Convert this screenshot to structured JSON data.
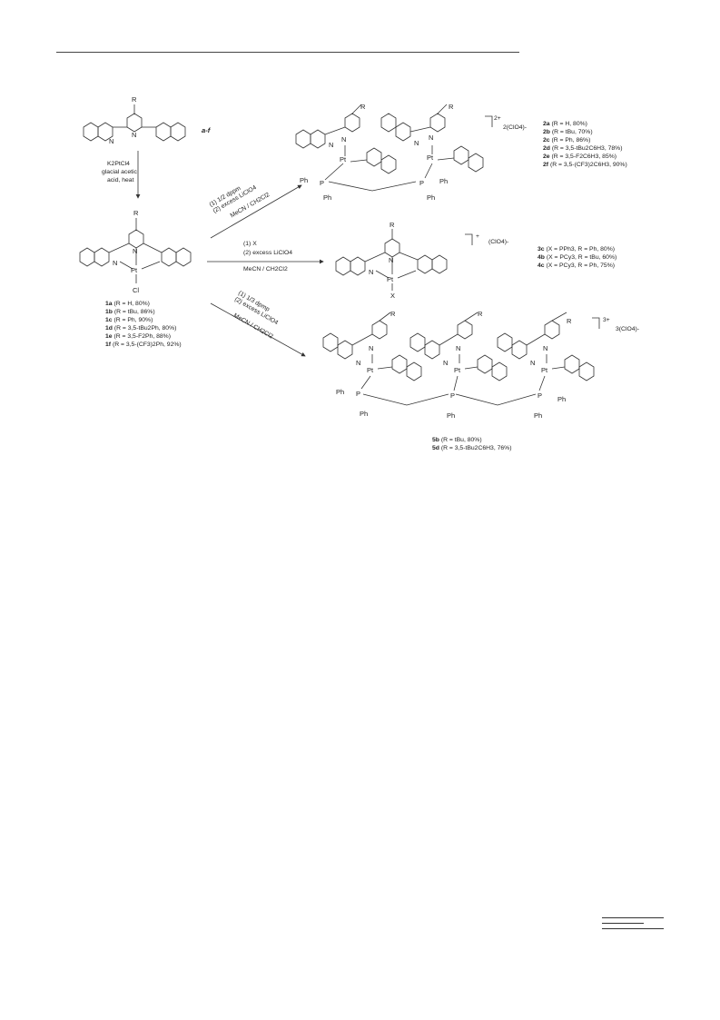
{
  "scheme": {
    "ligand_label": "a-f",
    "step1": {
      "reagent": "K2PtCl4",
      "cond1": "glacial acetic",
      "cond2": "acid, heat"
    },
    "route_upper": {
      "line1": "(1) 1/2 dppm",
      "line2": "(2) excess LiClO4",
      "line3": "MeCN / CH2Cl2"
    },
    "route_middle": {
      "line1": "(1) X",
      "line2": "(2) excess LiClO4",
      "line3": "MeCN / CH2Cl2"
    },
    "route_lower": {
      "line1": "(1) 1/3 dpmp",
      "line2": "(2) excess LiClO4",
      "line3": "MeCN / CH2Cl2"
    },
    "atoms": {
      "R": "R",
      "N": "N",
      "Pt": "Pt",
      "Cl": "Cl",
      "P": "P",
      "Ph": "Ph",
      "X": "X"
    },
    "charges": {
      "two": "2+",
      "two_counter": "2(ClO4)-",
      "one": "+",
      "one_counter": "(ClO4)-",
      "three": "3+",
      "three_counter": "3(ClO4)-"
    },
    "series1": [
      {
        "id": "1a",
        "desc": "(R = H, 80%)"
      },
      {
        "id": "1b",
        "desc": "(R = tBu, 86%)"
      },
      {
        "id": "1c",
        "desc": "(R = Ph, 90%)"
      },
      {
        "id": "1d",
        "desc": "(R = 3,5-tBu2Ph, 80%)"
      },
      {
        "id": "1e",
        "desc": "(R = 3,5-F2Ph, 88%)"
      },
      {
        "id": "1f",
        "desc": "(R = 3,5-(CF3)2Ph, 92%)"
      }
    ],
    "series2": [
      {
        "id": "2a",
        "desc": "(R = H, 80%)"
      },
      {
        "id": "2b",
        "desc": "(R = tBu, 70%)"
      },
      {
        "id": "2c",
        "desc": "(R = Ph, 86%)"
      },
      {
        "id": "2d",
        "desc": "(R = 3,5-tBu2C6H3, 78%)"
      },
      {
        "id": "2e",
        "desc": "(R = 3,5-F2C6H3, 85%)"
      },
      {
        "id": "2f",
        "desc": "(R = 3,5-(CF3)2C6H3, 90%)"
      }
    ],
    "series3": [
      {
        "id": "3c",
        "desc": "(X = PPh3, R = Ph, 80%)"
      },
      {
        "id": "4b",
        "desc": "(X = PCy3, R = tBu, 60%)"
      },
      {
        "id": "4c",
        "desc": "(X = PCy3, R = Ph, 75%)"
      }
    ],
    "series5": [
      {
        "id": "5b",
        "desc": "(R = tBu, 80%)"
      },
      {
        "id": "5d",
        "desc": "(R = 3,5-tBu2C6H3, 76%)"
      }
    ]
  }
}
